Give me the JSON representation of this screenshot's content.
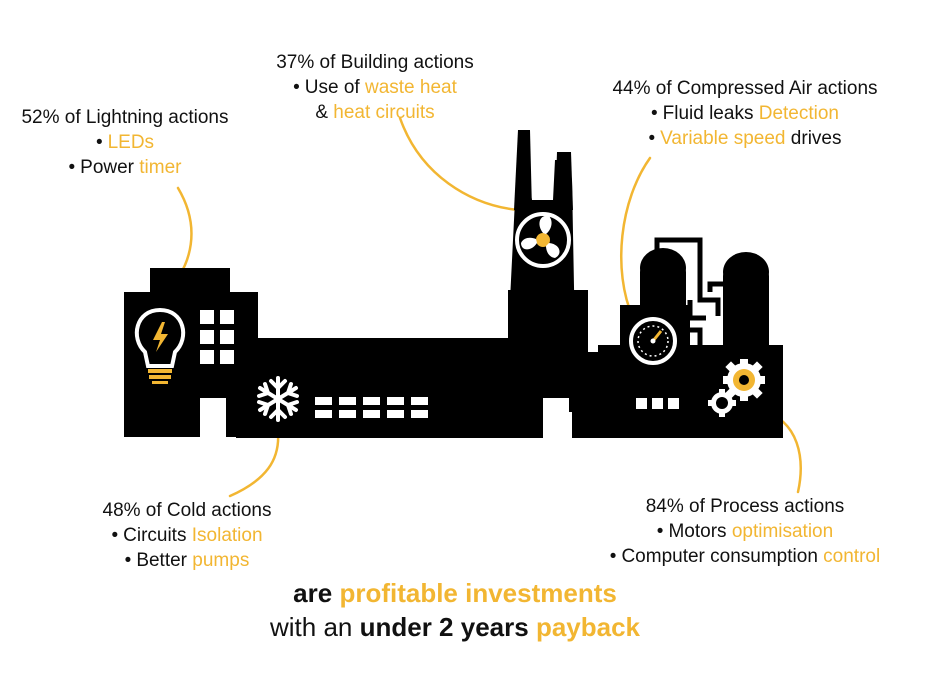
{
  "colors": {
    "accent": "#f2b632",
    "silhouette": "#000000",
    "text": "#111111"
  },
  "icons": [
    "lightbulb-icon",
    "snowflake-icon",
    "fan-icon",
    "gauge-icon",
    "gears-icon"
  ],
  "callouts": {
    "lighting": {
      "title": "52% of Lightning actions",
      "item1": "LEDs",
      "item2_pre": "Power",
      "item2_hl": "timer"
    },
    "building": {
      "title": "37% of Building actions",
      "item1_pre": "Use  of",
      "item1_hl": "waste heat",
      "item2_pre": "&",
      "item2_hl": "heat circuits"
    },
    "air": {
      "title": "44% of Compressed Air actions",
      "item1_pre": "Fluid leaks",
      "item1_hl": "Detection",
      "item2_hl": "Variable speed",
      "item2_post": "drives"
    },
    "cold": {
      "title": "48% of Cold actions",
      "item1_pre": "Circuits",
      "item1_hl": "Isolation",
      "item2_pre": "Better",
      "item2_hl": "pumps"
    },
    "process": {
      "title": "84% of Process actions",
      "item1_pre": "Motors",
      "item1_hl": "optimisation",
      "item2_pre": "Computer consumption",
      "item2_hl": "control"
    }
  },
  "footer": {
    "line1_pre": "are",
    "line1_hl": "profitable investments",
    "line2_pre": "with an",
    "line2_bold": "under 2 years",
    "line2_hl": "payback"
  }
}
